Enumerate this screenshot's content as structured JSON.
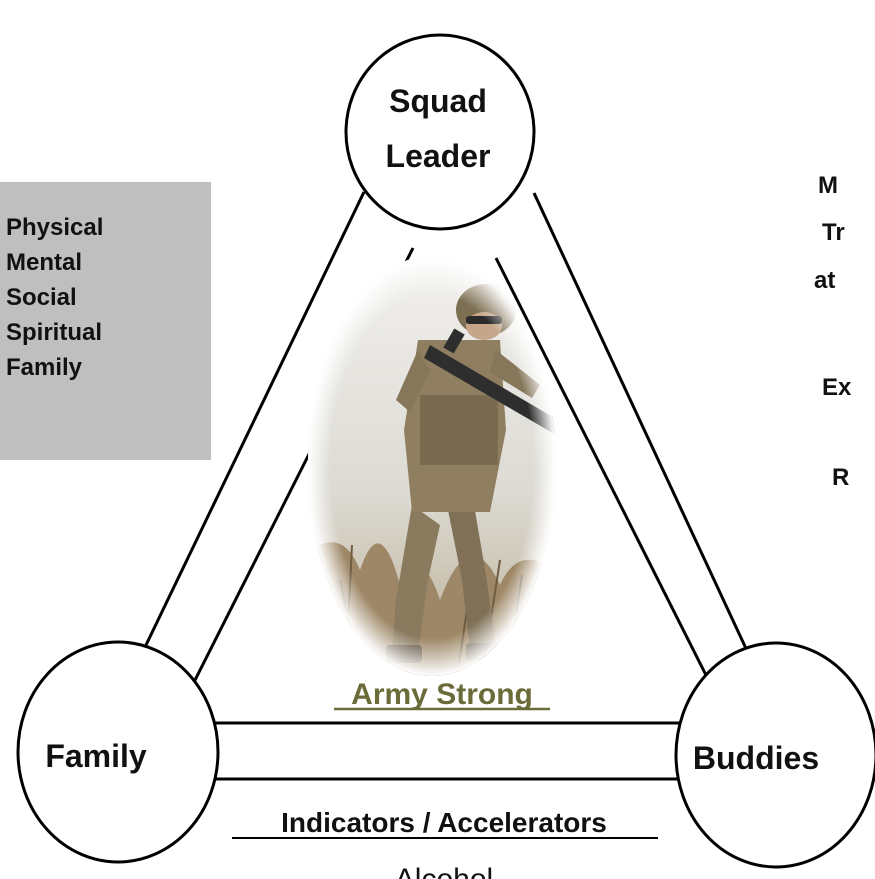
{
  "diagram": {
    "nodes": {
      "top": {
        "lines": [
          "Squad",
          "Leader"
        ]
      },
      "left": {
        "label": "Family"
      },
      "right": {
        "label": "Buddies"
      }
    },
    "center_label": "Army Strong",
    "bottom_heading": "Indicators / Accelerators",
    "bottom_partial": "Alcohol",
    "sidebar": {
      "items": [
        "Physical",
        "Mental",
        "Social",
        "Spiritual",
        "Family"
      ]
    },
    "right_text_fragments": [
      "M",
      "Tr",
      "at",
      "Ex",
      "R"
    ],
    "photo": {
      "subject": "soldier-in-camouflage-with-rifle",
      "ground": "dry-grass"
    },
    "colors": {
      "center_label": "#6b6b3a",
      "sidebar_bg": "#bfbfbf",
      "stroke": "#000000"
    }
  }
}
